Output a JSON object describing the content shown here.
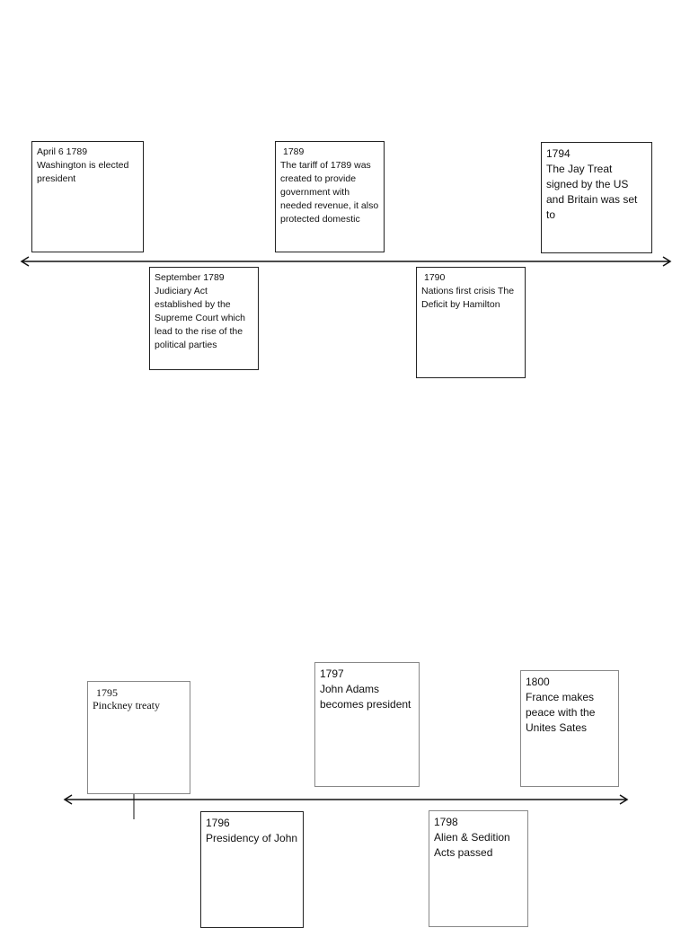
{
  "timeline1": {
    "events": [
      {
        "date": "April 6 1789",
        "text": "Washington is elected president"
      },
      {
        "date": "September 1789",
        "text": "Judiciary Act established by the Supreme Court which lead to the rise of the political parties"
      },
      {
        "date": "1789",
        "text": "The tariff of 1789 was created to provide government with needed revenue, it also protected domestic"
      },
      {
        "date": "1790",
        "text": "Nations first crisis The Deficit by Hamilton"
      },
      {
        "date": "1794",
        "text": "The Jay Treat signed by the US and Britain was set to"
      }
    ]
  },
  "timeline2": {
    "events": [
      {
        "date": "1795",
        "text": "Pinckney treaty"
      },
      {
        "date": "1796",
        "text": "Presidency of John"
      },
      {
        "date": "1797",
        "text": "John Adams becomes president"
      },
      {
        "date": "1798",
        "text": "Alien & Sedition Acts passed"
      },
      {
        "date": "1800",
        "text": "France makes peace with the Unites Sates"
      }
    ]
  }
}
